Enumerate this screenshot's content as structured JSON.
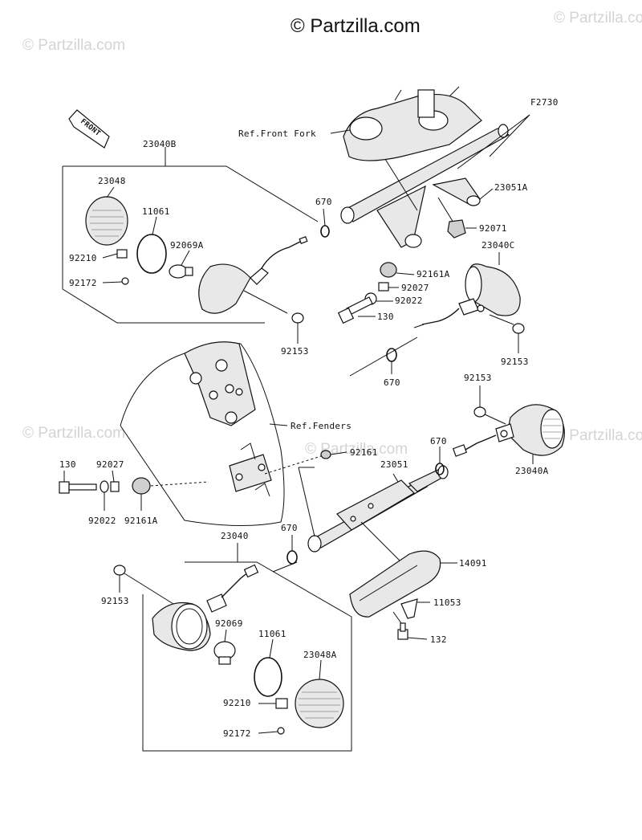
{
  "copyright": "© Partzilla.com",
  "watermark": "© Partzilla.com",
  "figure_code": "F2730",
  "front_label": "FRONT",
  "refs": {
    "front_fork": "Ref.Front Fork",
    "fenders": "Ref.Fenders"
  },
  "parts": {
    "p23040B": "23040B",
    "p23048": "23048",
    "p11061_a": "11061",
    "p92069A": "92069A",
    "p92210_a": "92210",
    "p92172_a": "92172",
    "p670_a": "670",
    "p92153_a": "92153",
    "p23051A": "23051A",
    "p92071": "92071",
    "p23040C": "23040C",
    "p92161A_a": "92161A",
    "p92027_a": "92027",
    "p92022_a": "92022",
    "p130_a": "130",
    "p92153_b": "92153",
    "p670_b": "670",
    "p92153_c": "92153",
    "p92161": "92161",
    "p670_c": "670",
    "p23051": "23051",
    "p23040A": "23040A",
    "p130_b": "130",
    "p92027_b": "92027",
    "p92022_b": "92022",
    "p92161A_b": "92161A",
    "p23040": "23040",
    "p670_d": "670",
    "p14091": "14091",
    "p92153_d": "92153",
    "p11053": "11053",
    "p92069": "92069",
    "p132": "132",
    "p11061_b": "11061",
    "p23048A": "23048A",
    "p92210_b": "92210",
    "p92172_b": "92172"
  }
}
